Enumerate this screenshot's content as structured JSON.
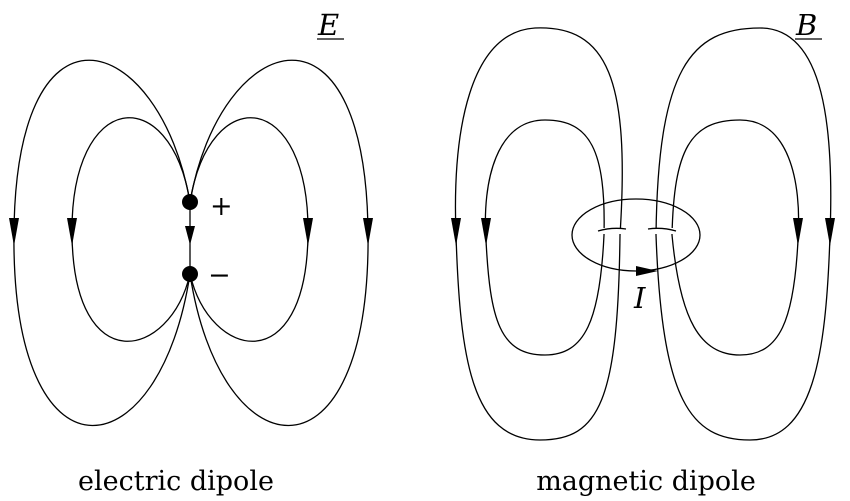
{
  "left_panel": {
    "field_symbol": "E",
    "caption": "electric dipole",
    "plus_sign": "+",
    "minus_sign": "−"
  },
  "right_panel": {
    "field_symbol": "B",
    "caption": "magnetic dipole",
    "current_symbol": "I"
  }
}
